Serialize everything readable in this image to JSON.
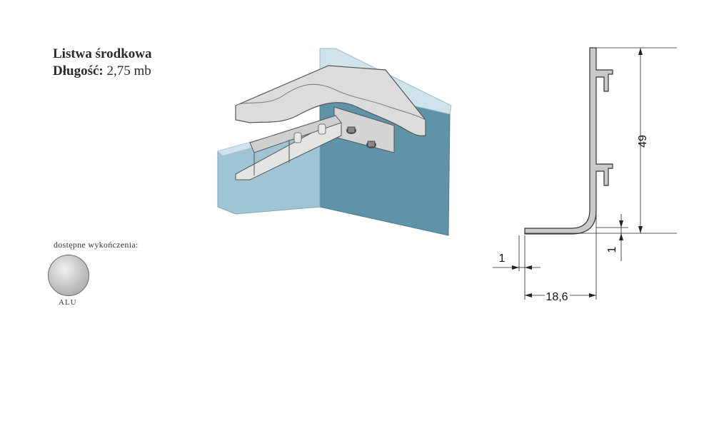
{
  "product": {
    "name": "Listwa środkowa",
    "length_label": "Długość:",
    "length_value": "2,75 mb"
  },
  "finishes": {
    "label": "dostępne wykończenia:",
    "items": [
      {
        "name": "ALU",
        "color": "#c3c3c3"
      }
    ]
  },
  "drawing": {
    "dimensions": {
      "height": "49",
      "width": "18,6",
      "wall_thickness": "1",
      "base_thickness": "1"
    }
  },
  "colors": {
    "wall_dark": "#5f93a8",
    "wall_light": "#9fc4d4",
    "wall_top": "#cfe3ea",
    "worktop": "#dcdcdc",
    "profile": "#c9c9c9"
  }
}
